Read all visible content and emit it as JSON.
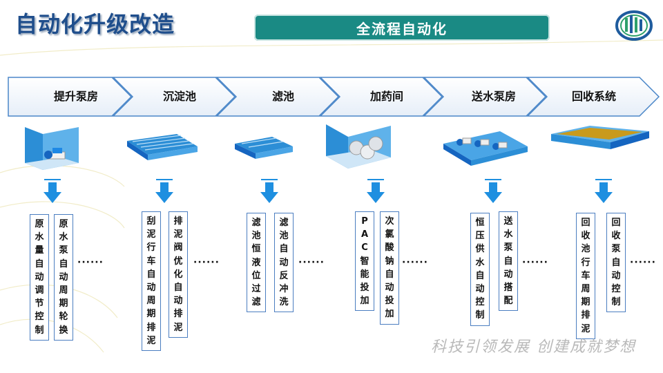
{
  "title": "自动化升级改造",
  "subtitle": "全流程自动化",
  "stages": [
    {
      "label": "提升泵房",
      "boxes": [
        "原水量自动调节控制",
        "原水泵自动周期轮换"
      ]
    },
    {
      "label": "沉淀池",
      "boxes": [
        "刮泥行车自动周期排泥",
        "排泥阀优化自动排泥"
      ]
    },
    {
      "label": "滤池",
      "boxes": [
        "滤池恒液位过滤",
        "滤池自动反冲洗"
      ]
    },
    {
      "label": "加药间",
      "boxes": [
        "PAC智能投加",
        "次氯酸钠自动投加"
      ]
    },
    {
      "label": "送水泵房",
      "boxes": [
        "恒压供水自动控制",
        "送水泵自动搭配"
      ]
    },
    {
      "label": "回收系统",
      "boxes": [
        "回收池行车周期排泥",
        "回收泵自动控制"
      ]
    }
  ],
  "ellipsis": "······",
  "slogan": "科技引领发展 创建成就梦想",
  "colors": {
    "title": "#1f4e8c",
    "accent": "#1a8a84",
    "arrow": "#1e8fe0",
    "box_border": "#4a7dc0"
  }
}
